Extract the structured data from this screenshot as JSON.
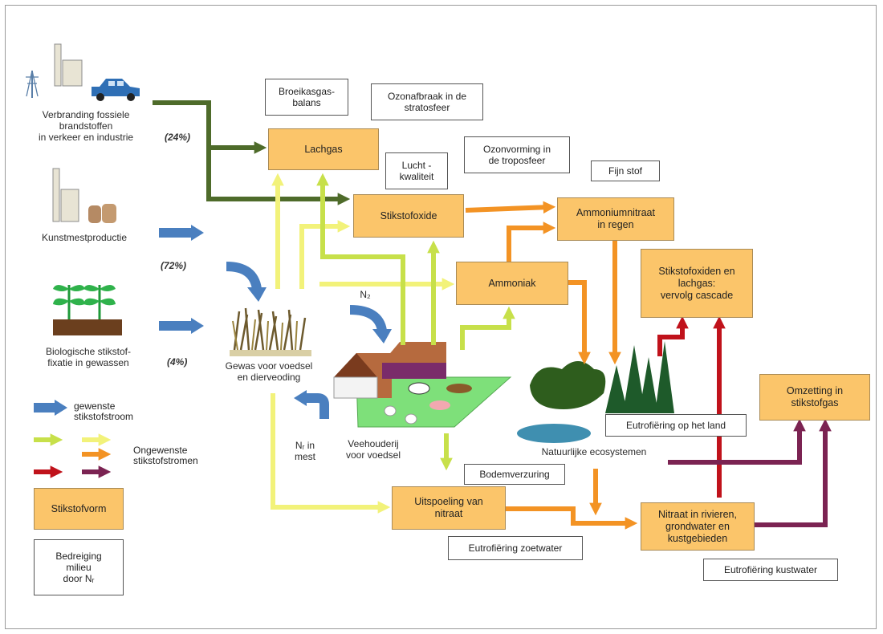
{
  "sources": {
    "fossil": "Verbranding fossiele\nbrandstoffen\nin verkeer en industrie",
    "fertilizer": "Kunstmestproductie",
    "fixation": "Biologische stikstof-\nfixatie in gewassen"
  },
  "percentages": {
    "fossil": "(24%)",
    "fertilizer": "(72%)",
    "fixation": "(4%)"
  },
  "labels": {
    "crops": "Gewas voor voedsel\nen dierveoding",
    "n2": "N₂",
    "manure": "Nᵣ in\nmest",
    "livestock": "Veehouderij\nvoor voedsel",
    "ecosystems": "Natuurlijke ecosystemen"
  },
  "forms": {
    "lachgas": "Lachgas",
    "stikstofoxide": "Stikstofoxide",
    "ammonium": "Ammoniumnitraat\nin regen",
    "ammoniak": "Ammoniak",
    "cascade": "Stikstofoxiden en\nlachgas:\nvervolg cascade",
    "omzetting": "Omzetting in\nstikstofgas",
    "uitspoeling": "Uitspoeling van\nnitraat",
    "nitraat": "Nitraat in rivieren,\ngrondwater en\nkustgebieden"
  },
  "threats": {
    "broeikas": "Broeikasgas-\nbalans",
    "ozonafbraak": "Ozonafbraak in de\nstratosfeer",
    "lucht": "Lucht -\nkwaliteit",
    "ozonvorming": "Ozonvorming in\nde troposfeer",
    "fijnstof": "Fijn stof",
    "eutro_land": "Eutrofiëring op  het land",
    "bodem": "Bodemverzuring",
    "eutro_zoet": "Eutrofiëring zoetwater",
    "eutro_kust": "Eutrofiëring kustwater"
  },
  "legend": {
    "desired": "gewenste\nstikstofstroom",
    "undesired": "Ongewenste\nstikstofstromen",
    "form": "Stikstofvorm",
    "threat": "Bedreiging\nmilieu\ndoor Nᵣ"
  },
  "colors": {
    "dark_green": "#4e6b2a",
    "yellow": "#f2f27a",
    "yellow_green": "#c7e04a",
    "orange": "#f39324",
    "red": "#c0121b",
    "purple": "#7b2352",
    "blue": "#4a7fbf",
    "form_fill": "#fbc56a"
  }
}
